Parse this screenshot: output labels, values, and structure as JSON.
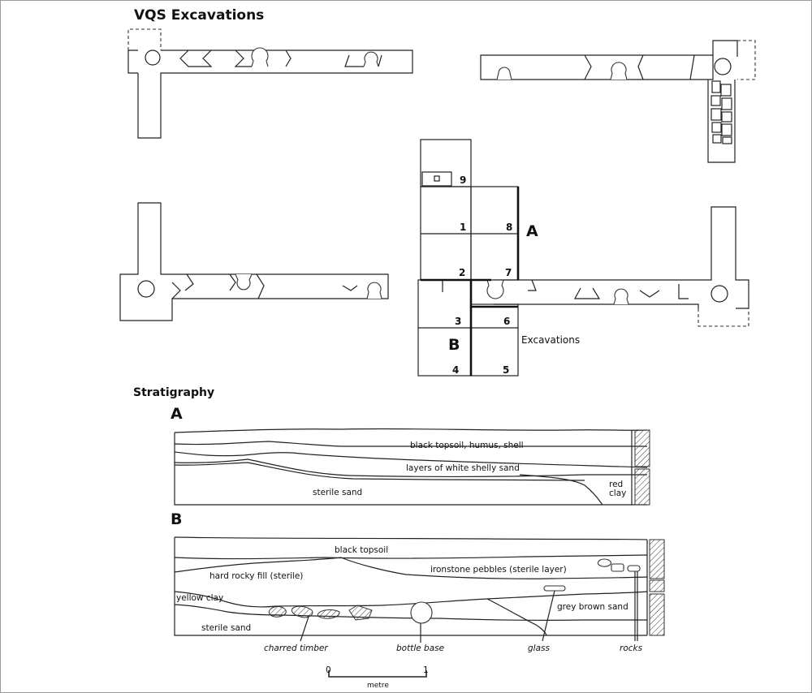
{
  "title": "VQS  Excavations",
  "excavations_label": "Excavations",
  "section_labels": {
    "a": "A",
    "b": "B"
  },
  "trench_numbers": [
    "9",
    "1",
    "8",
    "2",
    "7",
    "3",
    "6",
    "4",
    "5"
  ],
  "stratigraphy_heading": "Stratigraphy",
  "section_a": {
    "heading": "A",
    "layers": {
      "topsoil": "black topsoil, humus, shell",
      "white_sand": "layers of white shelly sand",
      "sterile": "sterile sand",
      "red_clay_1": "red",
      "red_clay_2": "clay"
    }
  },
  "section_b": {
    "heading": "B",
    "layers": {
      "topsoil": "black topsoil",
      "ironstone": "ironstone pebbles (sterile layer)",
      "rocky_fill": "hard rocky fill (sterile)",
      "yellow_clay": "yellow clay",
      "grey_brown": "grey brown sand",
      "sterile": "sterile sand"
    },
    "callouts": {
      "charred_timber": "charred timber",
      "bottle_base": "bottle base",
      "glass": "glass",
      "rocks": "rocks"
    }
  },
  "scale_bar": {
    "start": "0",
    "end": "1",
    "unit": "metre"
  }
}
